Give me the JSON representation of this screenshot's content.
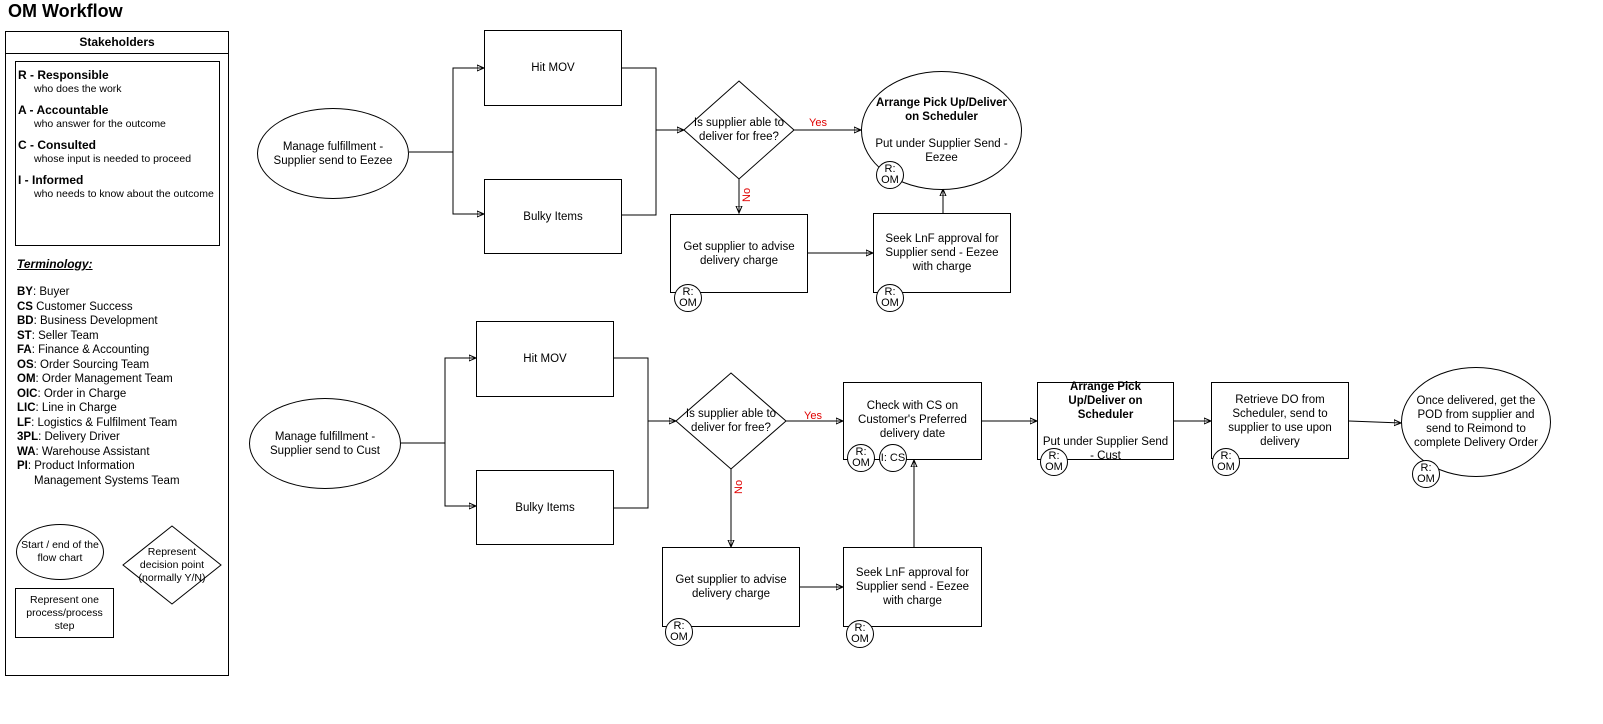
{
  "title": "OM Workflow",
  "stakeholders": {
    "header": "Stakeholders",
    "raci": [
      {
        "term": "R - Responsible",
        "desc": "who does the work"
      },
      {
        "term": "A - Accountable",
        "desc": "who answer for the outcome"
      },
      {
        "term": "C - Consulted",
        "desc": "whose input is needed to proceed"
      },
      {
        "term": "I - Informed",
        "desc": "who needs to know about the outcome"
      }
    ],
    "terminology_title": "Terminology:",
    "terms": [
      {
        "abbr": "BY",
        "def": ": Buyer"
      },
      {
        "abbr": "CS",
        "def": " Customer Success"
      },
      {
        "abbr": "BD",
        "def": ": Business Development"
      },
      {
        "abbr": "ST",
        "def": ": Seller Team"
      },
      {
        "abbr": "FA",
        "def": ": Finance & Accounting"
      },
      {
        "abbr": "OS",
        "def": ": Order Sourcing Team"
      },
      {
        "abbr": "OM",
        "def": ": Order Management Team"
      },
      {
        "abbr": "OIC",
        "def": ": Order in Charge"
      },
      {
        "abbr": "LIC",
        "def": ": Line in Charge"
      },
      {
        "abbr": "LF",
        "def": ": Logistics & Fulfilment Team"
      },
      {
        "abbr": "3PL",
        "def": ": Delivery Driver"
      },
      {
        "abbr": "WA",
        "def": ": Warehouse Assistant"
      },
      {
        "abbr": "PI",
        "def": ": Product Information"
      }
    ],
    "term_continuation": "Management Systems Team",
    "legend": {
      "start_end": "Start / end of the flow chart",
      "decision": "Represent decision point (normally Y/N)",
      "process": "Represent one process/process step"
    }
  },
  "flow1": {
    "start": "Manage fulfillment - Supplier send to Eezee",
    "hit_mov": "Hit MOV",
    "bulky": "Bulky Items",
    "decision": "Is supplier able to deliver for free?",
    "yes": "Yes",
    "no": "No",
    "arrange_title": "Arrange Pick Up/Deliver on Scheduler",
    "arrange_sub": "Put under Supplier Send - Eezee",
    "advise": "Get supplier to advise delivery charge",
    "seek": "Seek LnF approval for Supplier send - Eezee with charge",
    "badge": "R: OM"
  },
  "flow2": {
    "start": "Manage fulfillment - Supplier send to Cust",
    "hit_mov": "Hit MOV",
    "bulky": "Bulky Items",
    "decision": "Is supplier able to deliver for free?",
    "yes": "Yes",
    "no": "No",
    "check": "Check with CS on Customer's Preferred delivery date",
    "arrange_title": "Arrange Pick Up/Deliver on Scheduler",
    "arrange_sub": "Put under Supplier Send - Cust",
    "retrieve": "Retrieve DO from Scheduler, send to supplier to use upon delivery",
    "end": "Once delivered, get the POD from supplier and send to Reimond to complete Delivery Order",
    "advise": "Get supplier to advise delivery charge",
    "seek": "Seek LnF approval for Supplier send - Eezee with charge",
    "badge_r": "R: OM",
    "badge_i": "I: CS"
  }
}
